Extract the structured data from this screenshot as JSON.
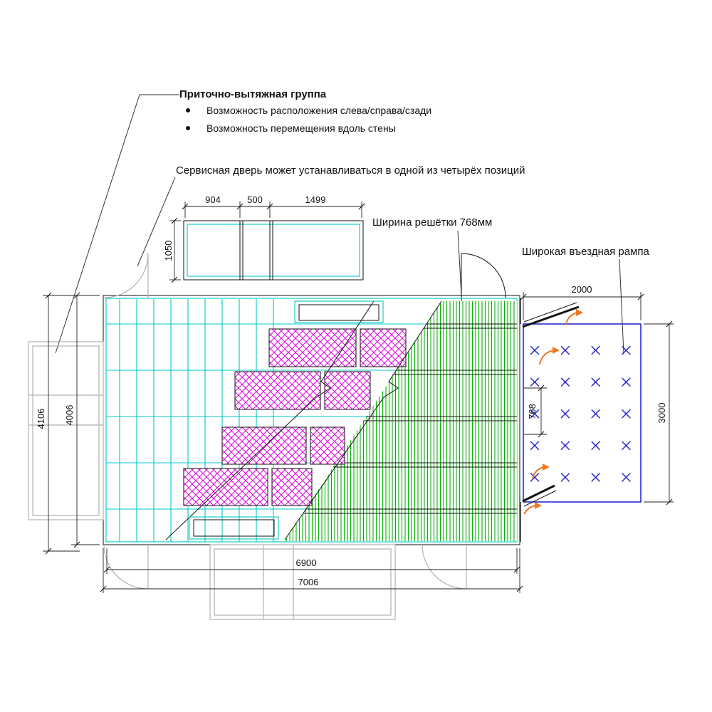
{
  "annotations": {
    "supply_exhaust_group": {
      "heading": "Приточно-вытяжная группа",
      "bullets": [
        "Возможность расположения слева/справа/сзади",
        "Возможность перемещения вдоль стены"
      ]
    },
    "service_door": "Сервисная дверь может устанавливаться в одной из четырёх позиций",
    "grille_width": "Ширина решётки 768мм",
    "ramp": "Широкая въездная рампа"
  },
  "dimensions": {
    "detail_segments": [
      "904",
      "500",
      "1499"
    ],
    "detail_depth": "1050",
    "ramp_width": "2000",
    "ramp_length": "3000",
    "grille_pitch": "768",
    "overall_height": "4106",
    "inner_height": "4006",
    "inner_width": "6900",
    "overall_width": "7006"
  },
  "colors": {
    "cyan": "#00c8c8",
    "magenta": "#dd00dd",
    "green": "#00b400",
    "blue": "#1a1acc",
    "orange": "#f07820",
    "gray": "#b0b0b0",
    "line": "#111111"
  }
}
